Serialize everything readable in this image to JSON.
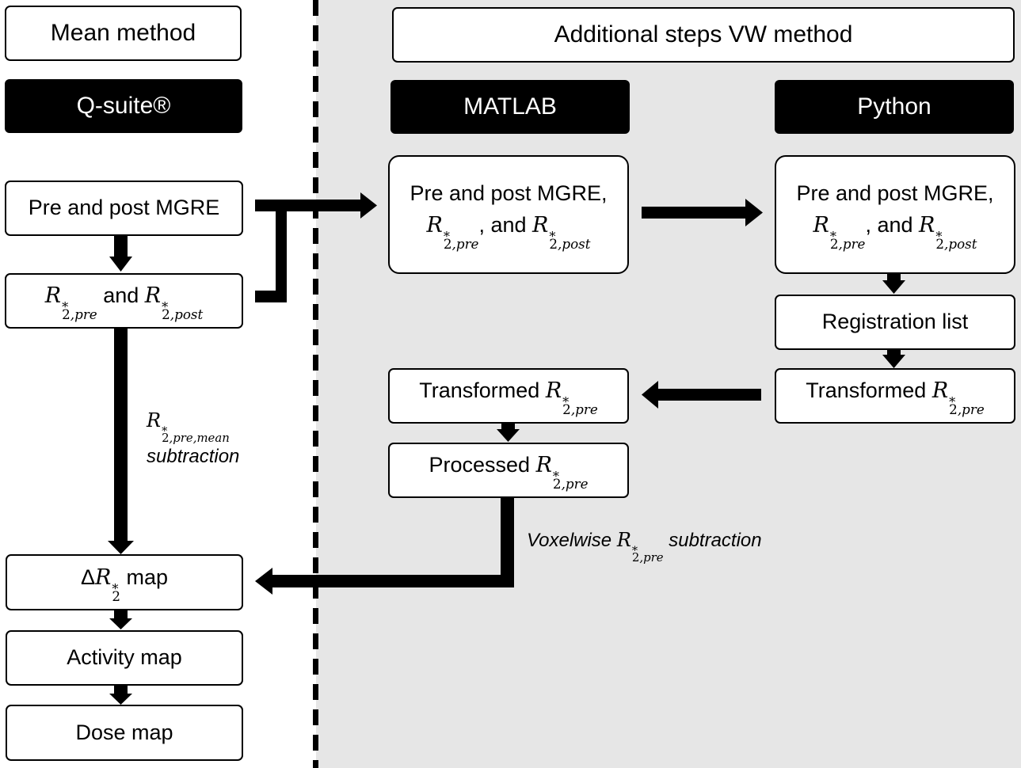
{
  "headers": {
    "left": "Mean method",
    "right": "Additional steps VW method"
  },
  "tools": {
    "qsuite": "Q-suite®",
    "matlab": "MATLAB",
    "python": "Python"
  },
  "math": {
    "R": "R",
    "star": "*",
    "two": "2",
    "pre": ",pre",
    "post": ",post",
    "pre_mean": ",pre,mean",
    "delta": "Δ"
  },
  "left_boxes": {
    "mgre": "Pre and post MGRE",
    "and": " and ",
    "map_suffix": " map",
    "activity": "Activity map",
    "dose": "Dose map"
  },
  "matlab_boxes": {
    "mgre_line1": "Pre and post MGRE,",
    "and_sep": ", and ",
    "transformed": "Transformed ",
    "processed": "Processed "
  },
  "python_boxes": {
    "mgre_line1": "Pre and post MGRE,",
    "and_sep": ", and ",
    "registration": "Registration list",
    "transformed": "Transformed "
  },
  "labels": {
    "subtraction": "subtraction",
    "voxelwise": "Voxelwise ",
    "voxel_subtraction": " subtraction"
  },
  "colors": {
    "panel_bg": "#e6e6e6",
    "dark_box": "#000000",
    "box_bg": "#ffffff"
  }
}
